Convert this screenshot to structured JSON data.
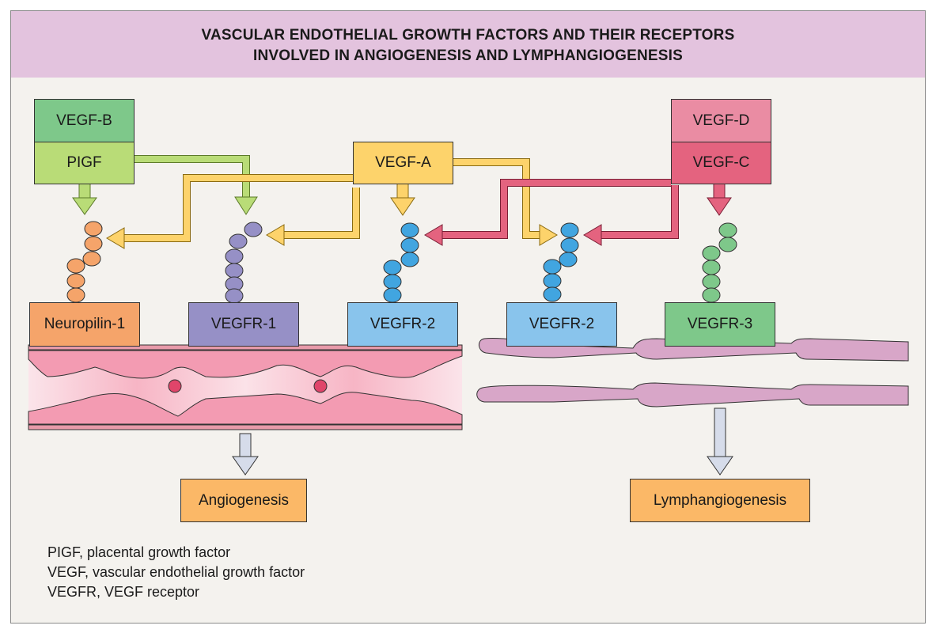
{
  "title": {
    "line1": "VASCULAR ENDOTHELIAL GROWTH FACTORS AND THEIR RECEPTORS",
    "line2": "INVOLVED IN ANGIOGENESIS AND LYMPHANGIOGENESIS"
  },
  "ligands": {
    "vegf_b": "VEGF-B",
    "pigf": "PIGF",
    "vegf_a": "VEGF-A",
    "vegf_d": "VEGF-D",
    "vegf_c": "VEGF-C"
  },
  "receptors": {
    "neuropilin1": "Neuropilin-1",
    "vegfr1": "VEGFR-1",
    "vegfr2_blood": "VEGFR-2",
    "vegfr2_lymph": "VEGFR-2",
    "vegfr3": "VEGFR-3"
  },
  "outcomes": {
    "angiogenesis": "Angiogenesis",
    "lymphangiogenesis": "Lymphangiogenesis"
  },
  "legend": [
    "PIGF, placental growth factor",
    "VEGF, vascular endothelial growth factor",
    "VEGFR, VEGF receptor"
  ],
  "colors": {
    "banner": "#e3c3de",
    "vegf_b": "#7ec88a",
    "pigf": "#b9dc77",
    "vegf_a": "#fdd36b",
    "vegf_d": "#ea8ca3",
    "vegf_c": "#e4637f",
    "neuropilin": "#f5a46a",
    "vegfr1": "#9690c6",
    "vegfr2": "#89c4ec",
    "vegfr3": "#7ec88a",
    "outcome": "#fbb867",
    "vessel": "#f39bb2",
    "lymph": "#d8a6c8"
  }
}
